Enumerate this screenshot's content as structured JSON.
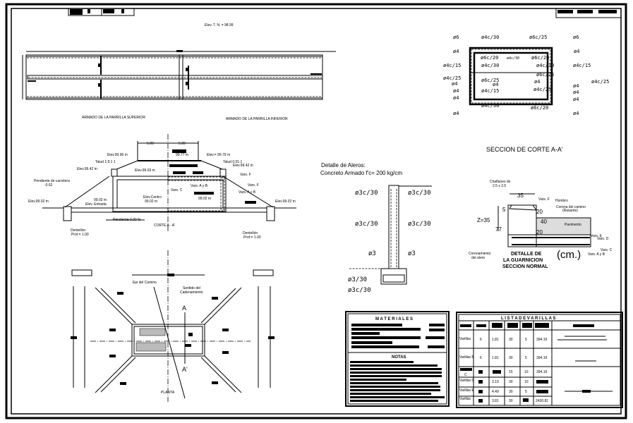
{
  "sheet": {
    "elev_tn": "Elev. T. N. = 98.99",
    "grid_labels": {
      "upper": "ARMADO DE LA PARRILLA SUPERIOR",
      "lower": "ARMADO DE LA PARRILLA INFERIOR"
    }
  },
  "box_section": {
    "title": "SECCION DE CORTE A-A'",
    "labels": {
      "top_left_corner": "ø6",
      "top_a": "ø4c/30",
      "top_b": "ø6c/25",
      "top_right_corner": "ø6",
      "l1": "ø4",
      "l2": "ø4c/15",
      "l3": "ø4c/25",
      "l4": "ø4",
      "l5": "ø4",
      "l6": "ø4",
      "l7": "ø4",
      "r1": "ø4",
      "r2": "ø4c/15",
      "r3": "ø4c/25",
      "r4": "ø4",
      "r5": "ø4",
      "r6": "ø4",
      "r7": "ø4",
      "i1": "ø6c/20",
      "i2": "ø4c/30",
      "i3": "ø6c/20",
      "i4": "ø4c/30",
      "i5": "ø6c/25",
      "i6": "ø4",
      "i7": "ø4c/15",
      "i8": "ø6c/25",
      "i9": "ø4",
      "i10": "ø4c/25",
      "bottom_a": "ø4c/30",
      "bottom_b": "ø6c/20"
    }
  },
  "corte": {
    "title": "CORTE  A - A'",
    "dim_left": "5.00",
    "dim_right": "5.00",
    "elev_top_center": "99.77  m",
    "elev_left_top": "Elev.99.90  m",
    "elev_right_top": "Elev.= 99.79  m",
    "talud_left": "Talud 1:5:1  1",
    "talud_right": "Talud 0.01:1",
    "elev_left_wall": "Elev.99.42  m",
    "elev_right_wall": "Elev.99.42  m",
    "elev_slab": "Elev.99.03  m",
    "pendiente_carretera": "Pendiente de carretera",
    "pendiente_value": "-0.52",
    "elev_left_ground": "Elev.99.02  m",
    "elev_right_ground": "Elev.99.02  m",
    "elev_entrada_val": "99.02  m",
    "elev_entrada": "Elev. Entrada",
    "elev_centro": "Elev.Centro",
    "elev_centro_val": "99.02  m",
    "elev_inner": "99.02  m",
    "vars_c": "Vars. C",
    "vars_ayb_top": "Vars. A y B",
    "vars_f_top": "Vars. F",
    "vars_f_mid": "Vars. F",
    "vars_ayb_mid": "Vars. A y B",
    "pendiente": "Pendiente 0.00  %",
    "dentellon_left": "Dentellón",
    "prof_left": "Prof.= 1.00",
    "dentellon_right": "Dentellón",
    "prof_right": "Prof.= 1.00"
  },
  "aleros": {
    "title": "Detalle de Aleros:",
    "concrete": "Concreto Armado f'c= 200 kg/cm",
    "l1": "ø3c/30",
    "r1": "ø3c/30",
    "l2": "ø3c/30",
    "r2": "ø3c/30",
    "l3": "ø3",
    "r3": "ø3",
    "b1": "ø3/30",
    "b2": "ø3c/30"
  },
  "guarnicion": {
    "chaflanes": "Chaflanes de",
    "chaflanes_size": "2.5 x 2.5",
    "dim_35": "35",
    "dim_5": "5",
    "z": "Z=35",
    "dim_77": "77",
    "dim_20a": "20",
    "dim_40": "40",
    "dim_20b": "20",
    "vars_f": "Vars. F",
    "hombro": "Hombro",
    "corona": "Corona del camino",
    "rasante": "(Rasante)",
    "pavimento": "Pavimento",
    "vars_e": "Vars. E",
    "vars_d": "Vars. D",
    "vars_c": "Vars. C",
    "vars_ayb": "Vars. A y B",
    "coronamiento": "Coronamiento",
    "del_alero": "del alero",
    "title1": "DETALLE DE",
    "title2": "LA GUARNICION",
    "title3": "SECCION NORMAL",
    "units": "(cm.)"
  },
  "planta": {
    "title": "PLANTA",
    "eje": "Eje del Camino",
    "sentido1": "Sentido del",
    "sentido2": "Cadenamiento",
    "cut_a": "A",
    "cut_a2": "A'"
  },
  "materiales": {
    "title": "M A T E R I A L E S",
    "notas": "NOTAS"
  },
  "lista": {
    "title": "L I S T A   D E   V A R I L L A S",
    "rows": [
      {
        "name": "Varillas",
        "c1": "6",
        "c2": "1.81",
        "c3": "30",
        "c4": "5",
        "c5": "394.19"
      },
      {
        "name": "Varillas B",
        "c1": "6",
        "c2": "1.81",
        "c3": "30",
        "c4": "5",
        "c5": "394.19"
      },
      {
        "name": "C",
        "c1": "",
        "c2": "",
        "c3": "15",
        "c4": "10",
        "c5": "394.19"
      },
      {
        "name": "Varillas D",
        "c1": "",
        "c2": "3.19",
        "c3": "30",
        "c4": "10",
        "c5": ""
      },
      {
        "name": "Varillas E",
        "c1": "",
        "c2": "4.49",
        "c3": "30",
        "c4": "5",
        "c5": ""
      },
      {
        "name": "Varillas",
        "c1": "",
        "c2": "3.81",
        "c3": "30",
        "c4": "",
        "c5": "2430.81"
      }
    ]
  }
}
